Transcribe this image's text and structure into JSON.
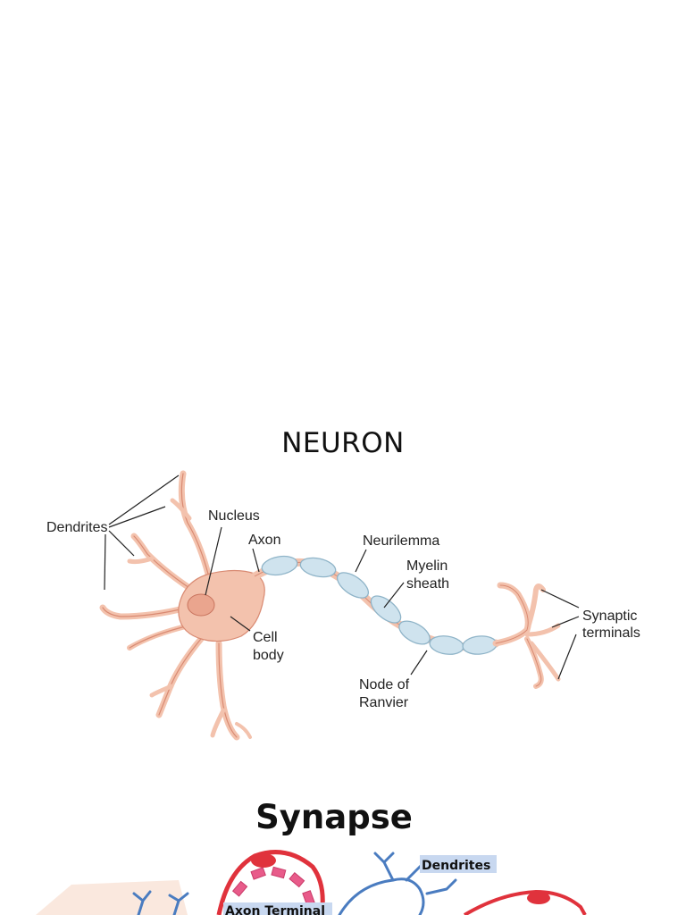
{
  "neuron": {
    "title": "NEURON",
    "labels": {
      "dendrites": "Dendrites",
      "nucleus": "Nucleus",
      "axon": "Axon",
      "neurilemma": "Neurilemma",
      "myelin_line1": "Myelin",
      "myelin_line2": "sheath",
      "cell_line1": "Cell",
      "cell_line2": "body",
      "node_line1": "Node of",
      "node_line2": "Ranvier",
      "synaptic_line1": "Synaptic",
      "synaptic_line2": "terminals"
    }
  },
  "synapse": {
    "title": "Synapse",
    "labels": {
      "dendrites": "Dendrites",
      "axon_terminal": "Axon Terminal"
    }
  },
  "colors": {
    "neuron_fill": "#f3c2ad",
    "neuron_stroke": "#d98a72",
    "myelin_fill": "#cfe3ee",
    "myelin_stroke": "#8fb4c8",
    "synapse_red": "#e0323c",
    "synapse_pink": "#e85b8a",
    "synapse_blue": "#4a7cc0",
    "label_highlight": "#c8d8f0"
  }
}
